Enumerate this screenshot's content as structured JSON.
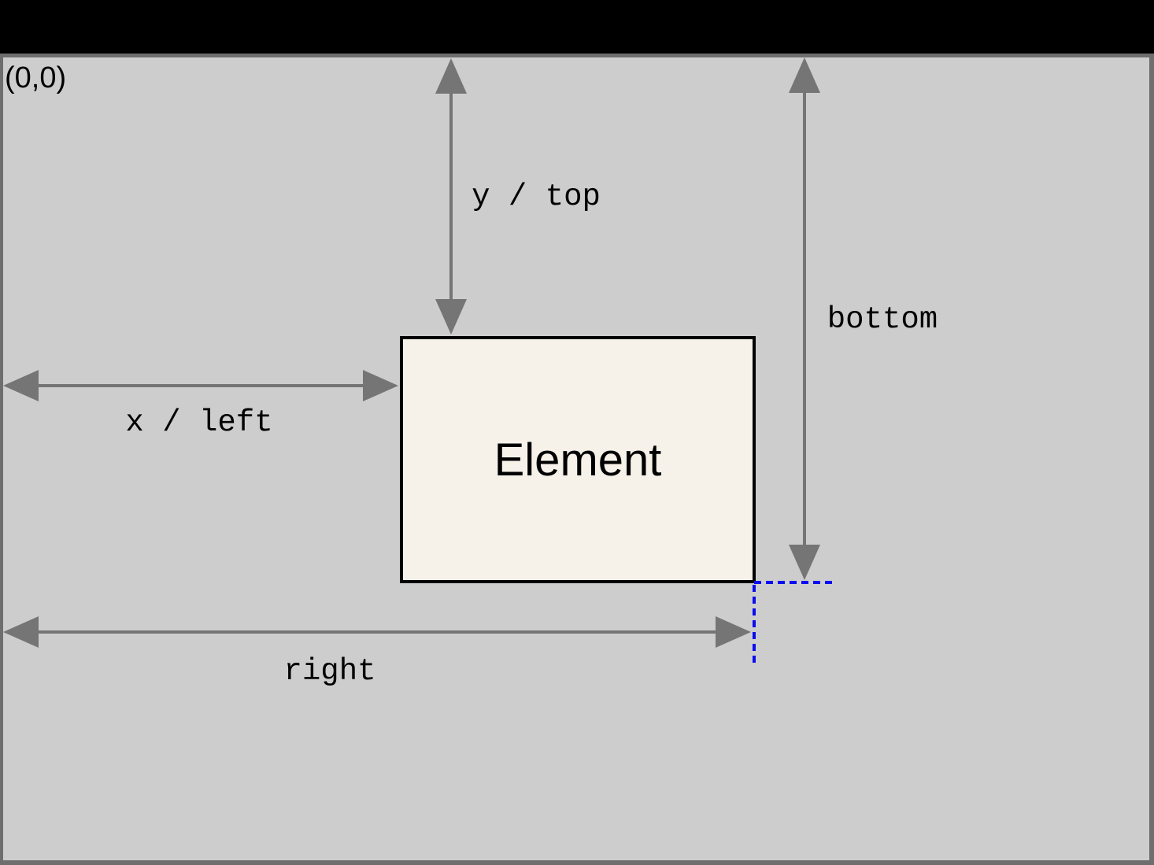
{
  "diagram": {
    "origin_label": "(0,0)",
    "element": {
      "label": "Element"
    },
    "measurements": {
      "y_top": "y / top",
      "x_left": "x / left",
      "bottom": "bottom",
      "right": "right"
    },
    "colors": {
      "top_bar": "#000000",
      "window_frame": "#6E6E6E",
      "viewport_background": "#CDCDCD",
      "arrow": "#757575",
      "element_fill": "#F6F2EA",
      "element_border": "#000000",
      "guide_line_blue": "#0B0BF0",
      "label_text": "#000000"
    }
  }
}
